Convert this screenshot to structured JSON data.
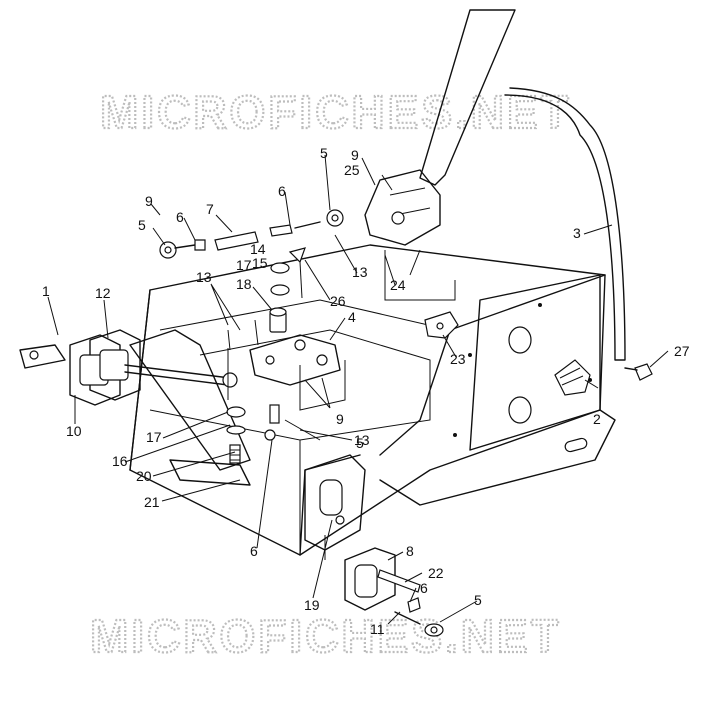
{
  "watermark_text": "MICROFICHES.NET",
  "callouts": [
    {
      "id": "c1",
      "text": "1"
    },
    {
      "id": "c2",
      "text": "2"
    },
    {
      "id": "c3",
      "text": "3"
    },
    {
      "id": "c4",
      "text": "4"
    },
    {
      "id": "c5a",
      "text": "5"
    },
    {
      "id": "c5b",
      "text": "5"
    },
    {
      "id": "c5c",
      "text": "5"
    },
    {
      "id": "c5d",
      "text": "5"
    },
    {
      "id": "c6a",
      "text": "6"
    },
    {
      "id": "c6b",
      "text": "6"
    },
    {
      "id": "c6c",
      "text": "6"
    },
    {
      "id": "c6d",
      "text": "6"
    },
    {
      "id": "c7",
      "text": "7"
    },
    {
      "id": "c8",
      "text": "8"
    },
    {
      "id": "c9a",
      "text": "9"
    },
    {
      "id": "c9b",
      "text": "9"
    },
    {
      "id": "c9c",
      "text": "9"
    },
    {
      "id": "c10",
      "text": "10"
    },
    {
      "id": "c11",
      "text": "11"
    },
    {
      "id": "c12",
      "text": "12"
    },
    {
      "id": "c13a",
      "text": "13"
    },
    {
      "id": "c13b",
      "text": "13"
    },
    {
      "id": "c13c",
      "text": "13"
    },
    {
      "id": "c14",
      "text": "14"
    },
    {
      "id": "c15",
      "text": "15"
    },
    {
      "id": "c16",
      "text": "16"
    },
    {
      "id": "c17a",
      "text": "17"
    },
    {
      "id": "c17b",
      "text": "17"
    },
    {
      "id": "c18",
      "text": "18"
    },
    {
      "id": "c19",
      "text": "19"
    },
    {
      "id": "c20",
      "text": "20"
    },
    {
      "id": "c21",
      "text": "21"
    },
    {
      "id": "c22",
      "text": "22"
    },
    {
      "id": "c23",
      "text": "23"
    },
    {
      "id": "c24",
      "text": "24"
    },
    {
      "id": "c25",
      "text": "25"
    },
    {
      "id": "c26",
      "text": "26"
    },
    {
      "id": "c27",
      "text": "27"
    }
  ]
}
